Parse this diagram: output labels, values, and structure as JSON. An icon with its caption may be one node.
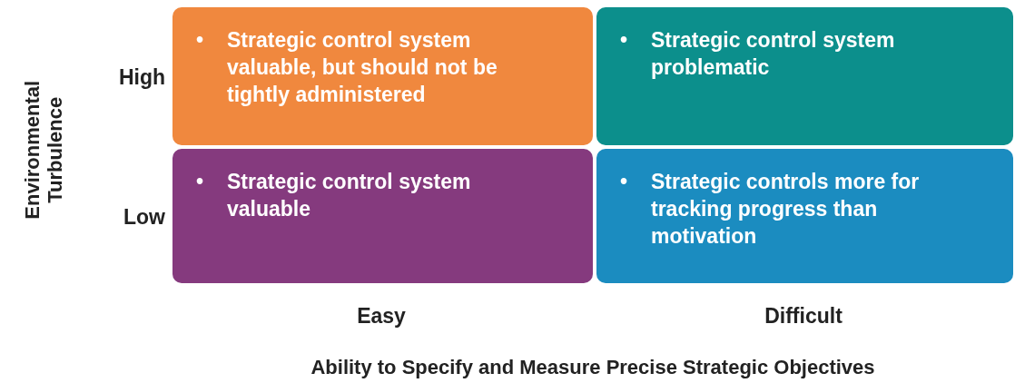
{
  "diagram": {
    "nodes": [
      {
        "text": [
          "•",
          "Strategic control system valuable, but should not be tightly administered"
        ]
      },
      {
        "text": [
          "•",
          "Strategic control system problematic"
        ]
      },
      {
        "text": [
          "•",
          "Strategic control system valuable"
        ]
      },
      {
        "text": [
          "•",
          "Strategic controls more for tracking progress than motivation"
        ]
      }
    ],
    "labels": [
      "Environmental Turbulence",
      "High",
      "Low",
      "Easy",
      "Difficult",
      "Ability to Specify and Measure Precise Strategic Objectives"
    ]
  }
}
